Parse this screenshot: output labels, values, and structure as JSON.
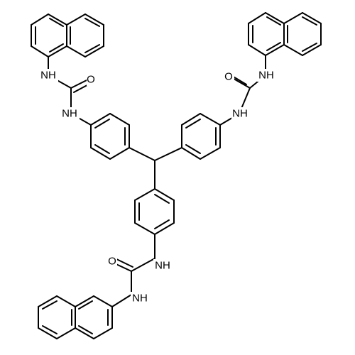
{
  "structure": {
    "colors": {
      "bond": "#000000",
      "background": "#ffffff",
      "label": "#000000"
    },
    "labels": {
      "nh_1": "NH",
      "o_1": "O",
      "nh_2": "NH",
      "o_2": "O",
      "nh_3": "NH",
      "nh_4": "NH",
      "nh_5": "NH",
      "o_3": "O",
      "nh_6": "NH"
    }
  }
}
